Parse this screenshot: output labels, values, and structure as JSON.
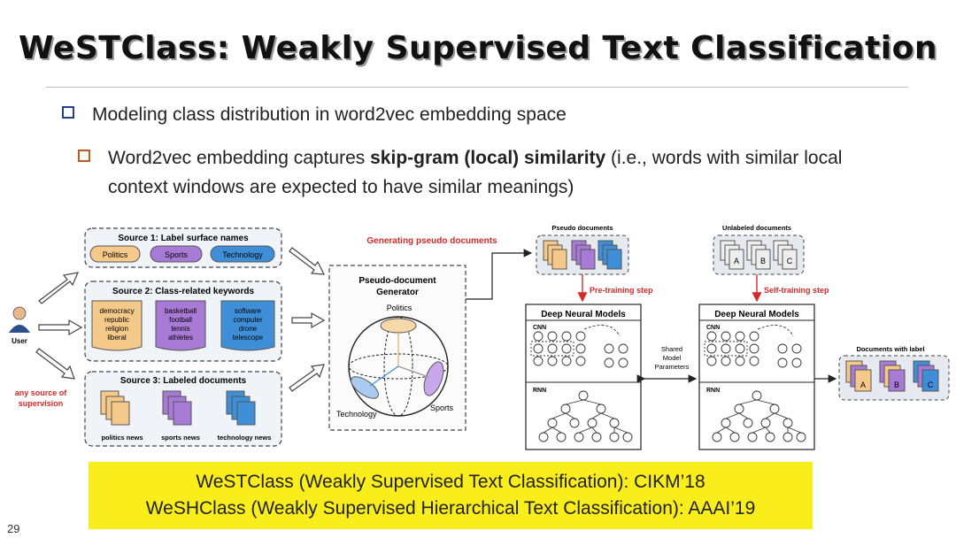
{
  "slide": {
    "title": "WeSTClass: Weakly Supervised Text Classification",
    "page_number": "29"
  },
  "bullets": {
    "level1": "Modeling class distribution in word2vec embedding space",
    "level2_prefix": "Word2vec embedding captures ",
    "level2_bold": "skip-gram (local) similarity",
    "level2_suffix": " (i.e., words with similar local context windows are expected to have similar meanings)"
  },
  "diagram": {
    "user_label": "User",
    "any_source_line1": "any source of",
    "any_source_line2": "supervision",
    "source1": {
      "title": "Source 1: Label surface names",
      "labels": [
        "Politics",
        "Sports",
        "Technology"
      ]
    },
    "source2": {
      "title": "Source 2: Class-related keywords",
      "politics": [
        "democracy",
        "republic",
        "religion",
        "liberal"
      ],
      "sports": [
        "basketball",
        "football",
        "tennis",
        "athletes"
      ],
      "technology": [
        "software",
        "computer",
        "drone",
        "telescope"
      ]
    },
    "source3": {
      "title": "Source 3: Labeled documents",
      "captions": [
        "politics news",
        "sports news",
        "technology news"
      ]
    },
    "generating_label": "Generating pseudo documents",
    "generator": {
      "title_line1": "Pseudo-document",
      "title_line2": "Generator",
      "politics": "Politics",
      "technology": "Technology",
      "sports": "Sports"
    },
    "pseudo_documents": "Pseudo documents",
    "unlabeled_documents": "Unlabeled documents",
    "pretraining_step": "Pre-training step",
    "selftraining_step": "Self-training step",
    "dnm_title": "Deep Neural Models",
    "cnn": "CNN",
    "rnn": "RNN",
    "shared_line1": "Shared",
    "shared_line2": "Model",
    "shared_line3": "Parameters",
    "documents_with_label": "Documents with label",
    "doc_letters": [
      "A",
      "B",
      "C"
    ],
    "colors": {
      "politics": "#f5c98a",
      "sports": "#a77ad6",
      "technology": "#3f8fd8",
      "accent_red": "#d42a2a"
    }
  },
  "references": {
    "line1": "WeSTClass (Weakly Supervised Text Classification): CIKM’18",
    "line2": "WeSHClass (Weakly Supervised Hierarchical Text Classification): AAAI’19"
  }
}
